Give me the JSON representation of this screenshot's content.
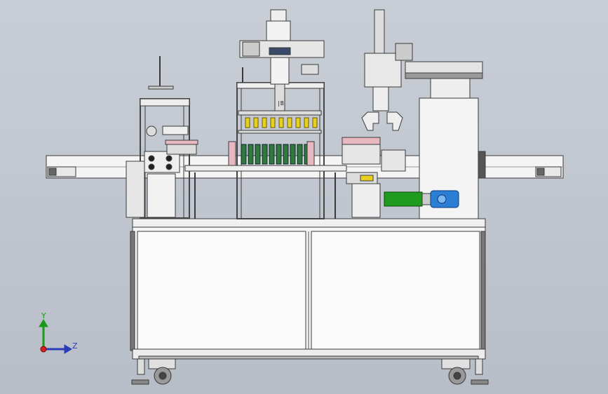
{
  "scene": {
    "background_top": "#c9ced6",
    "background_bottom": "#b8bec8",
    "frame_color": "#f2f2f2",
    "outline_color": "#3a3a3a",
    "accent_green": "#1e9a1e",
    "accent_blue": "#2a7fd4",
    "accent_yellow": "#e8d020",
    "accent_pink": "#e8b8c0"
  },
  "triad": {
    "y_label": "Y",
    "z_label": "Z",
    "y_color": "#1a9a1a",
    "z_color": "#2b3cb8",
    "origin_color": "#d02020"
  },
  "gantry_marking": "|B"
}
